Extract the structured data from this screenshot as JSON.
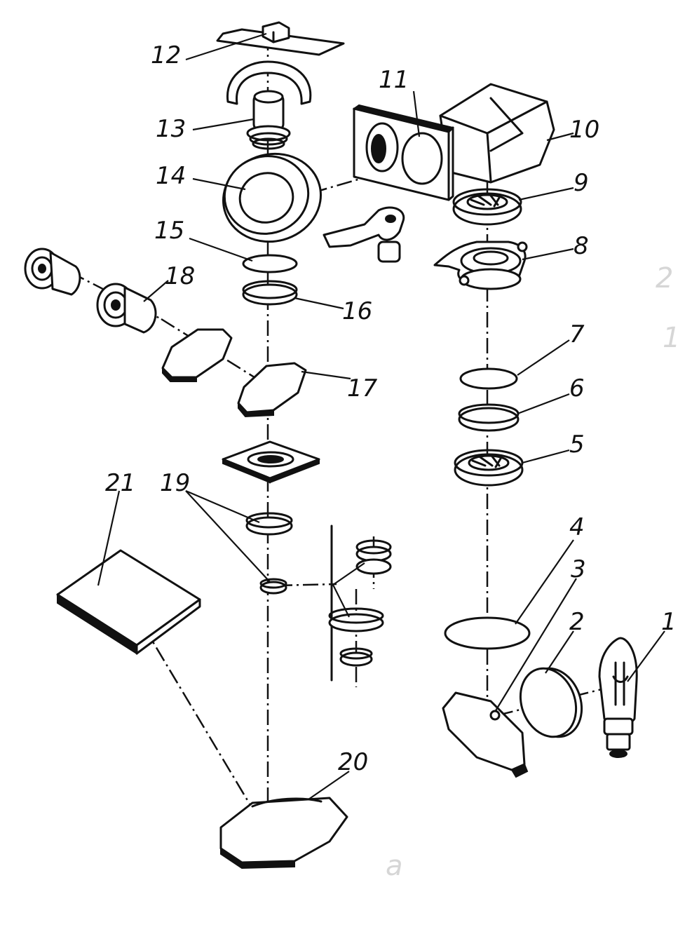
{
  "labels": [
    {
      "id": "1",
      "text": "1"
    },
    {
      "id": "2",
      "text": "2"
    },
    {
      "id": "3",
      "text": "3"
    },
    {
      "id": "4",
      "text": "4"
    },
    {
      "id": "5",
      "text": "5"
    },
    {
      "id": "6",
      "text": "6"
    },
    {
      "id": "7",
      "text": "7"
    },
    {
      "id": "8",
      "text": "8"
    },
    {
      "id": "9",
      "text": "9"
    },
    {
      "id": "10",
      "text": "10"
    },
    {
      "id": "11",
      "text": "11"
    },
    {
      "id": "12",
      "text": "12"
    },
    {
      "id": "13",
      "text": "13"
    },
    {
      "id": "14",
      "text": "14"
    },
    {
      "id": "15",
      "text": "15"
    },
    {
      "id": "16",
      "text": "16"
    },
    {
      "id": "17",
      "text": "17"
    },
    {
      "id": "18",
      "text": "18"
    },
    {
      "id": "19",
      "text": "19"
    },
    {
      "id": "20",
      "text": "20"
    },
    {
      "id": "21",
      "text": "21"
    }
  ],
  "subfigure_label": "a",
  "margin_marks": [
    "2",
    "1"
  ]
}
